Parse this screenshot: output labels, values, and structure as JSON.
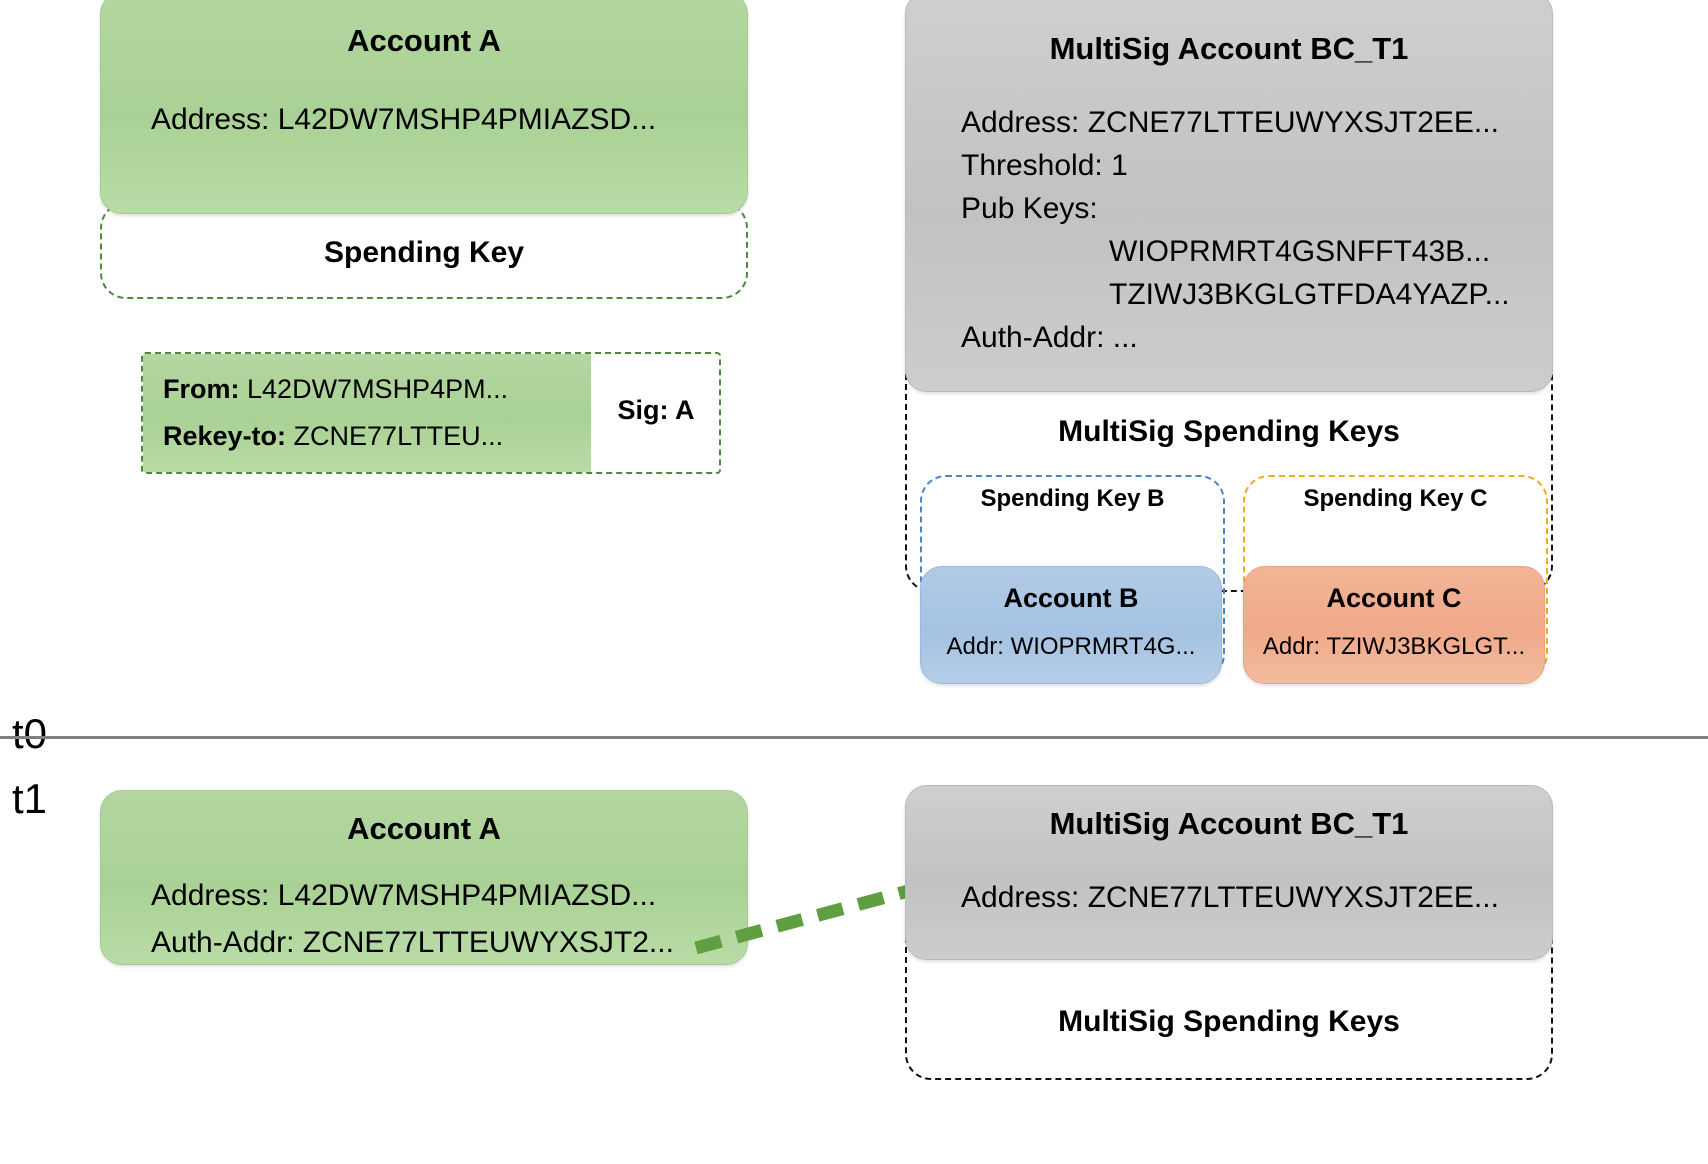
{
  "timeline": {
    "t0_label": "t0",
    "t1_label": "t1"
  },
  "t0": {
    "account_a": {
      "title": "Account A",
      "address": "Address: L42DW7MSHP4PMIAZSD...",
      "spending_key_label": "Spending Key"
    },
    "transaction": {
      "from_key": "From:",
      "from_value": "L42DW7MSHP4PM...",
      "rekey_key": "Rekey-to:",
      "rekey_value": "ZCNE77LTTEU...",
      "sig_label": "Sig: A"
    },
    "multisig": {
      "title": "MultiSig Account BC_T1",
      "address": "Address: ZCNE77LTTEUWYXSJT2EE...",
      "threshold": "Threshold: 1",
      "pub_keys_label": "Pub Keys:",
      "pub_keys": [
        "WIOPRMRT4GSNFFT43B...",
        "TZIWJ3BKGLGTFDA4YAZP..."
      ],
      "auth_addr": "Auth-Addr: ...",
      "spending_keys_label": "MultiSig Spending Keys",
      "key_b_label": "Spending Key B",
      "key_c_label": "Spending Key C",
      "account_b": {
        "title": "Account B",
        "address": "Addr: WIOPRMRT4G..."
      },
      "account_c": {
        "title": "Account C",
        "address": "Addr: TZIWJ3BKGLGT..."
      }
    }
  },
  "t1": {
    "account_a": {
      "title": "Account A",
      "address": "Address: L42DW7MSHP4PMIAZSD...",
      "auth_addr": "Auth-Addr: ZCNE77LTTEUWYXSJT2..."
    },
    "multisig": {
      "title": "MultiSig Account BC_T1",
      "address": "Address: ZCNE77LTTEUWYXSJT2EE...",
      "spending_keys_label": "MultiSig Spending Keys"
    }
  },
  "colors": {
    "green_fill": "#aed498",
    "green_dash": "#4e8a3c",
    "gray_fill": "#c6c6c6",
    "black_dash": "#111111",
    "blue_fill": "#a9c5e4",
    "blue_dash": "#4a86c5",
    "orange_fill": "#f1ad90",
    "orange_dash": "#edad1c",
    "arrow_green": "#5f9e41",
    "divider_gray": "#808080"
  }
}
